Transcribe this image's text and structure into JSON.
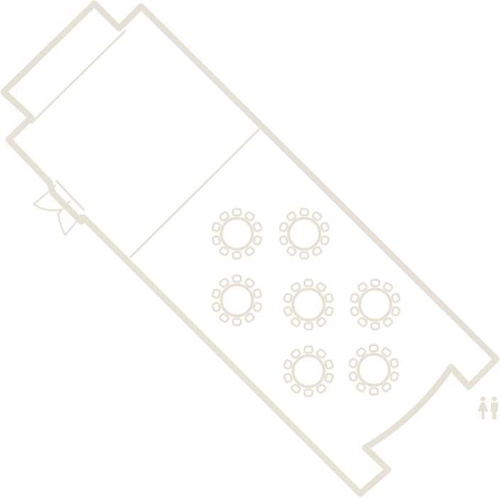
{
  "colors": {
    "line": "#e7e1d4",
    "background": "#ffffff"
  },
  "layout": {
    "round_tables": 7,
    "seats_per_table": 10,
    "doors": 2,
    "restroom_icons": [
      "man-icon",
      "woman-icon"
    ]
  }
}
